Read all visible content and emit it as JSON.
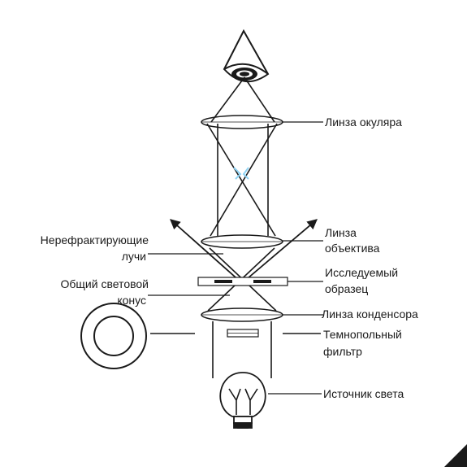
{
  "labels": {
    "eyepiece_lens": "Линза окуляра",
    "objective_lens_line1": "Линза",
    "objective_lens_line2": "объектива",
    "nonrefracted_rays_line1": "Нерефрактирующие",
    "nonrefracted_rays_line2": "лучи",
    "specimen_line1": "Исследуемый",
    "specimen_line2": "образец",
    "total_light_cone_line1": "Общий световой",
    "total_light_cone_line2": "конус",
    "condenser_lens": "Линза конденсора",
    "darkfield_filter_line1": "Темнопольный",
    "darkfield_filter_line2": "фильтр",
    "light_source": "Источник света"
  },
  "icons": {
    "eye": "eye-icon",
    "lamp": "light-bulb-icon",
    "filter_disc": "annular-stop-icon"
  },
  "colors": {
    "line": "#1a1a1a",
    "focus_highlight": "#8fd3f4"
  }
}
